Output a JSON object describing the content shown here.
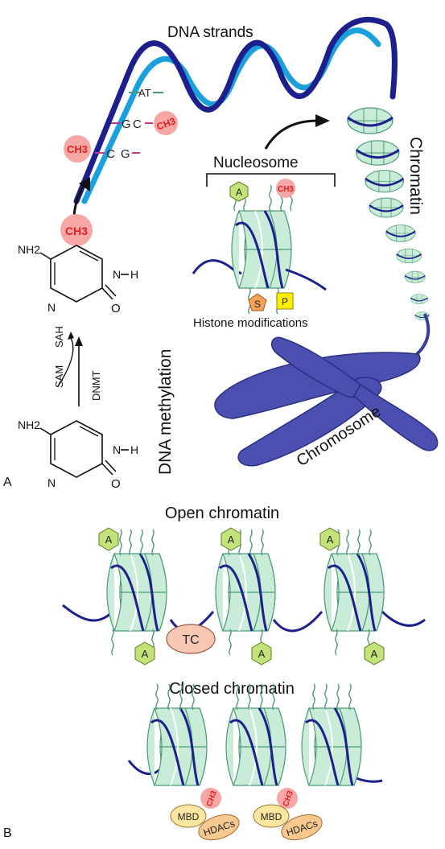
{
  "panel_labels": {
    "a": "A",
    "b": "B"
  },
  "dna": {
    "title": "DNA strands",
    "pair_at": "AT",
    "pair_gc_left": "G",
    "pair_gc_right": "C",
    "pair_cg_left": "C",
    "pair_cg_right": "G",
    "methyl": "CH3"
  },
  "methylation": {
    "title": "DNA methylation",
    "sam": "SAM",
    "sah": "SAH",
    "enzyme": "DNMT",
    "nh2": "NH2",
    "n_atom": "N",
    "h_atom": "H",
    "o_atom": "O",
    "methyl": "CH3"
  },
  "nucleosome": {
    "title": "Nucleosome",
    "acetyl": "A",
    "methyl": "CH3",
    "serine": "S",
    "phospho": "P",
    "caption": "Histone modifications"
  },
  "chromatin_label": "Chromatin",
  "chromosome_label": "Chromosome",
  "open_chromatin": {
    "title": "Open chromatin",
    "acetyl": "A",
    "tc": "TC"
  },
  "closed_chromatin": {
    "title": "Closed chromatin",
    "methyl": "CH3",
    "mbd": "MBD",
    "hdacs": "HDACs"
  },
  "colors": {
    "dna_dark": "#1c1f8c",
    "dna_light": "#1aa0dd",
    "histone_fill": "#c8ecd8",
    "histone_stroke": "#4a9a78",
    "methyl_fill": "#f7a6a6",
    "methyl_text": "#e0201c",
    "acetyl_fill": "#c4e27a",
    "serine_fill": "#f4a25a",
    "phospho_fill": "#ffee00",
    "tc_fill": "#f8c8b4",
    "mbd_fill": "#fde6a0",
    "hdacs_fill": "#f9c88e",
    "chromosome_fill": "#4a4fb0"
  }
}
